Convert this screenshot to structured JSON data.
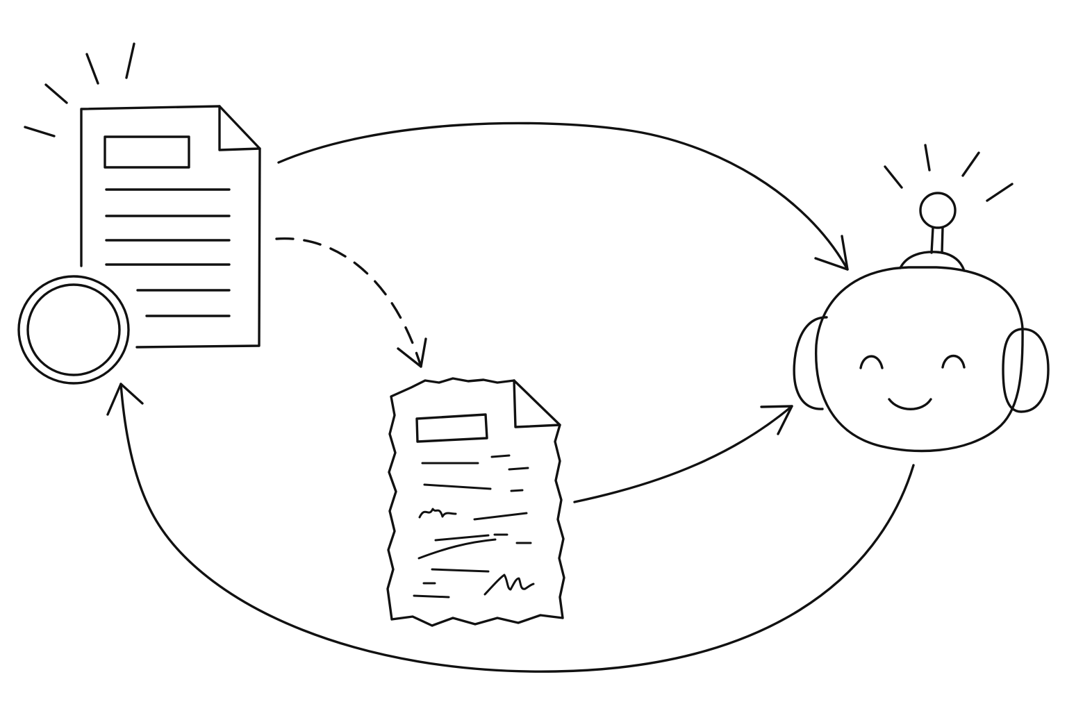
{
  "diagram": {
    "nodes": [
      {
        "id": "original-document",
        "icon": "document-icon"
      },
      {
        "id": "original-document-badge",
        "icon": "ring-icon"
      },
      {
        "id": "crumpled-document",
        "icon": "crumpled-document-icon"
      },
      {
        "id": "robot",
        "icon": "robot-head-icon"
      }
    ],
    "edges": [
      {
        "from": "original-document",
        "to": "robot",
        "style": "solid"
      },
      {
        "from": "original-document",
        "to": "crumpled-document",
        "style": "dashed"
      },
      {
        "from": "crumpled-document",
        "to": "robot",
        "style": "solid"
      },
      {
        "from": "robot",
        "to": "original-document-badge",
        "style": "solid"
      }
    ],
    "colors": {
      "ink": "#111111",
      "background": "#ffffff"
    }
  }
}
